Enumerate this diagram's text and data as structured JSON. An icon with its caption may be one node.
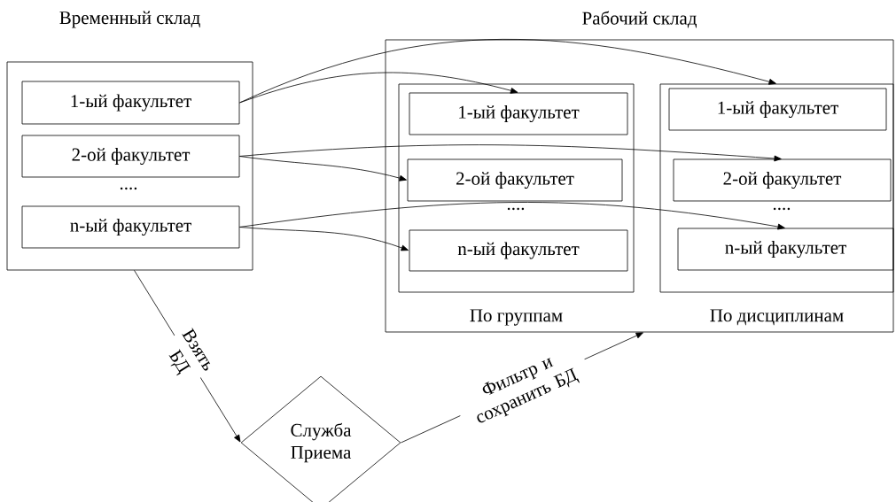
{
  "diagram": {
    "nodes": [
      {
        "text": [
          "Временный склад"
        ]
      },
      {
        "text": [
          "1-ый факультет"
        ],
        "in": 0
      },
      {
        "text": [
          "2-ой факультет"
        ],
        "in": 0
      },
      {
        "text": [
          "n-ый факультет"
        ],
        "in": 0
      },
      {
        "text": [
          "Рабочий склад"
        ]
      },
      {
        "text": [
          "По группам"
        ],
        "in": 4
      },
      {
        "text": [
          "1-ый факультет"
        ],
        "in": 5
      },
      {
        "text": [
          "2-ой факультет"
        ],
        "in": 5
      },
      {
        "text": [
          "n-ый факультет"
        ],
        "in": 5
      },
      {
        "text": [
          "По дисциплинам"
        ],
        "in": 4
      },
      {
        "text": [
          "1-ый факультет"
        ],
        "in": 9
      },
      {
        "text": [
          "2-ой факультет"
        ],
        "in": 9
      },
      {
        "text": [
          "n-ый факультет"
        ],
        "in": 9
      },
      {
        "text": [
          "Служба Приема"
        ]
      }
    ],
    "edges": [
      {
        "from": 1,
        "to": 9,
        "arrow": "to"
      },
      {
        "from": 1,
        "to": 6,
        "arrow": "to"
      },
      {
        "from": 2,
        "to": 11,
        "arrow": "to"
      },
      {
        "from": 2,
        "to": 7,
        "arrow": "to"
      },
      {
        "from": 3,
        "to": 12,
        "arrow": "to"
      },
      {
        "from": 3,
        "to": 8,
        "arrow": "to"
      },
      {
        "from": 0,
        "to": 13,
        "label": "Взять БД",
        "arrow": "to"
      },
      {
        "from": 13,
        "to": 4,
        "label": "Фильтр и сохранить БД",
        "arrow": "to"
      }
    ],
    "labels": [
      "....",
      "....",
      "...."
    ]
  }
}
